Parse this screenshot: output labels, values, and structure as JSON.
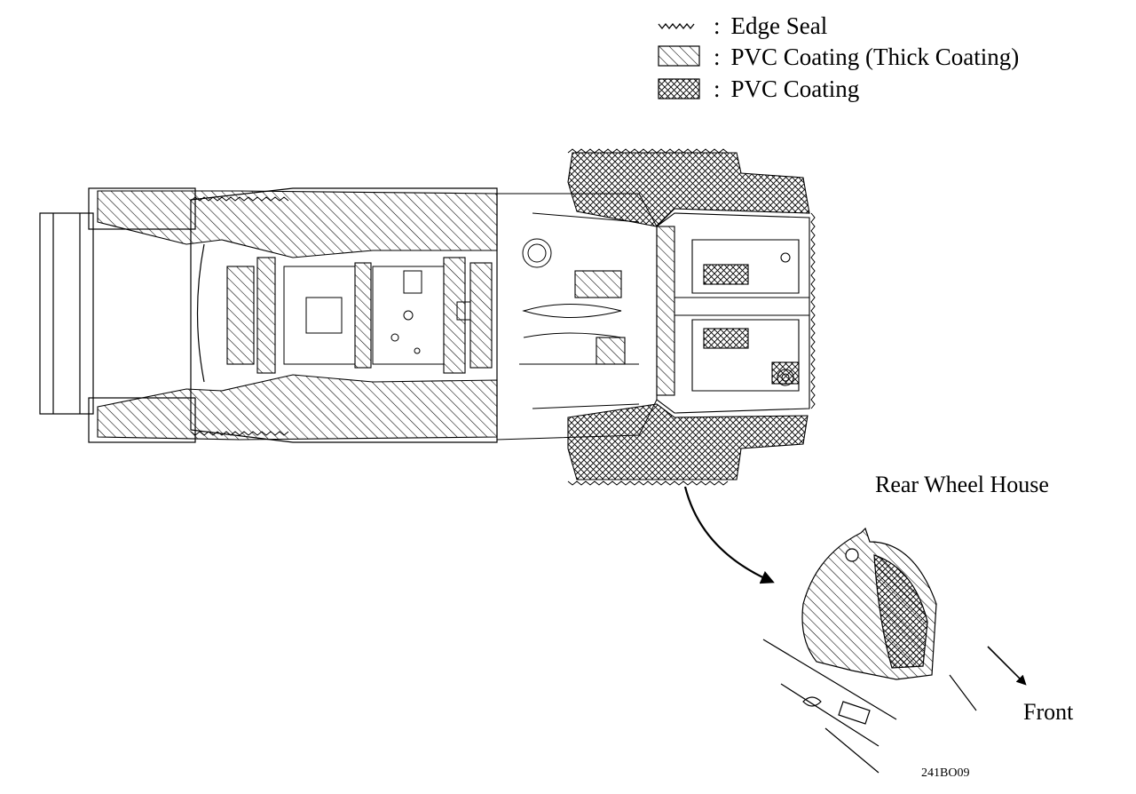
{
  "legend": [
    {
      "pattern": "edge-seal",
      "colon": ":",
      "label": "Edge Seal"
    },
    {
      "pattern": "hatch-thick",
      "colon": ":",
      "label": "PVC Coating (Thick Coating)"
    },
    {
      "pattern": "crosshatch",
      "colon": ":",
      "label": "PVC Coating"
    }
  ],
  "labels": {
    "rear_wheel_house": "Rear Wheel House",
    "front": "Front",
    "figure_code": "241BO09"
  },
  "colors": {
    "ink": "#000000",
    "background": "#ffffff"
  }
}
